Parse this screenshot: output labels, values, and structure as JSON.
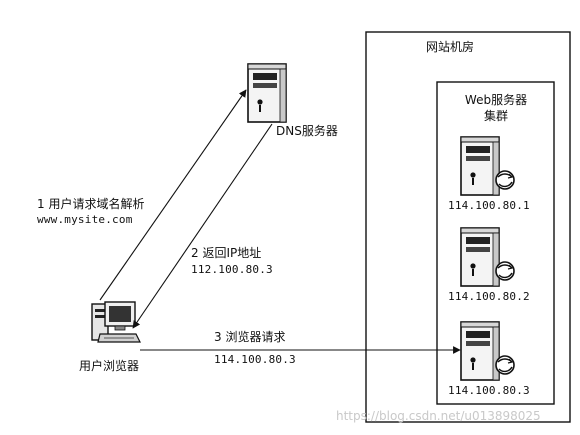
{
  "machine_room": {
    "title": "网站机房"
  },
  "cluster": {
    "title_line1": "Web服务器",
    "title_line2": "集群"
  },
  "dns": {
    "label": "DNS服务器"
  },
  "browser": {
    "label": "用户浏览器"
  },
  "servers": [
    {
      "ip": "114.100.80.1"
    },
    {
      "ip": "114.100.80.2"
    },
    {
      "ip": "114.100.80.3"
    }
  ],
  "steps": {
    "step1": {
      "title": "1 用户请求域名解析",
      "detail": "www.mysite.com"
    },
    "step2": {
      "title": "2 返回IP地址",
      "detail": "112.100.80.3"
    },
    "step3": {
      "title": "3 浏览器请求",
      "detail": "114.100.80.3"
    }
  },
  "watermark": "https://blog.csdn.net/u013898025"
}
